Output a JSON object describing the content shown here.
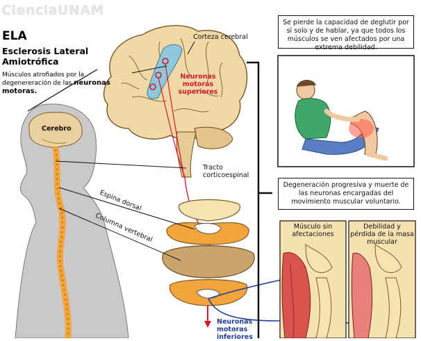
{
  "brand": "CienciaUNAM",
  "title": "ELA",
  "subtitle": "Esclerosis Lateral Amiotrófica",
  "description": {
    "prefix": "Músculos atrofiados por la degenereración de las ",
    "emphasis": "neuronas motoras."
  },
  "labels": {
    "cerebro": "Cerebro",
    "corteza": "Corteza cerebral",
    "neuronas_superiores": "Neuronas motoras superiores",
    "tracto": "Tracto corticoespinal",
    "espina": "Espina dorsal",
    "columna": "Columna vertebral",
    "neuronas_inferiores": "Neuronas motoras inferiores",
    "musculo_sano": "Músculo sin afectaciones",
    "musculo_debil": "Debilidad y pérdida de la masa muscular"
  },
  "boxes": {
    "deglutir": "Se pierde la capacidad de deglutir por sí solo y de hablar, ya que todos los músculos se ven afectados por una extrema debilidad.",
    "degeneracion": "Degeneración progresiva y muerte de las neuronas encargadas del movimiento muscular voluntario."
  },
  "colors": {
    "neuron_red": "#d3172b",
    "neuron_blue": "#1f3e99",
    "body_gray": "#c8c8c8",
    "brain_tan": "#f0d9a6",
    "spine_orange": "#f3a43a",
    "muscle_red": "#d9534f",
    "bone_cream": "#f7e3b0"
  }
}
